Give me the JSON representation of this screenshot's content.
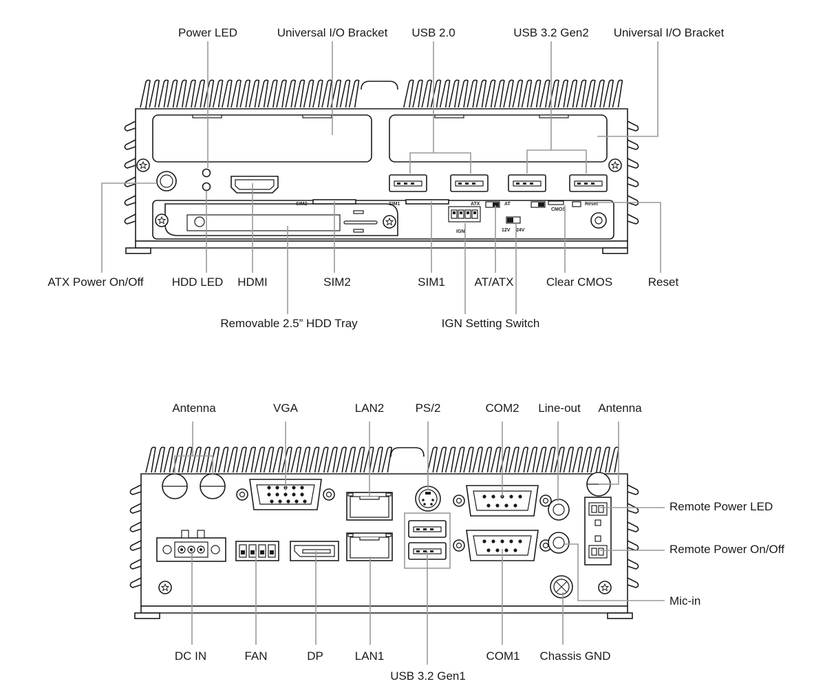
{
  "front_panel": {
    "callouts": [
      {
        "key": "power_led",
        "text": "Power LED"
      },
      {
        "key": "io_bracket_left",
        "text": "Universal I/O Bracket"
      },
      {
        "key": "usb20",
        "text": "USB 2.0"
      },
      {
        "key": "usb32g2",
        "text": "USB 3.2 Gen2"
      },
      {
        "key": "io_bracket_right",
        "text": "Universal I/O Bracket"
      },
      {
        "key": "atx_power",
        "text": "ATX Power On/Off"
      },
      {
        "key": "hdd_led",
        "text": "HDD LED"
      },
      {
        "key": "hdmi",
        "text": "HDMI"
      },
      {
        "key": "sim2",
        "text": "SIM2"
      },
      {
        "key": "sim1",
        "text": "SIM1"
      },
      {
        "key": "at_atx",
        "text": "AT/ATX"
      },
      {
        "key": "clear_cmos",
        "text": "Clear CMOS"
      },
      {
        "key": "reset",
        "text": "Reset"
      },
      {
        "key": "hdd_tray",
        "text": "Removable 2.5” HDD Tray"
      },
      {
        "key": "ign_switch",
        "text": "IGN Setting Switch"
      }
    ],
    "silkscreen": {
      "sim2": "SIM2",
      "sim1": "SIM1",
      "atx": "ATX",
      "at": "AT",
      "cmos": "CMOS",
      "reset": "Reset",
      "ign": "IGN",
      "v12": "12V",
      "v24": "24V"
    }
  },
  "rear_panel": {
    "callouts": [
      {
        "key": "antenna_left",
        "text": "Antenna"
      },
      {
        "key": "vga",
        "text": "VGA"
      },
      {
        "key": "lan2",
        "text": "LAN2"
      },
      {
        "key": "ps2",
        "text": "PS/2"
      },
      {
        "key": "com2",
        "text": "COM2"
      },
      {
        "key": "line_out",
        "text": "Line-out"
      },
      {
        "key": "antenna_right",
        "text": "Antenna"
      },
      {
        "key": "remote_power_led",
        "text": "Remote Power LED"
      },
      {
        "key": "remote_power_onoff",
        "text": "Remote Power On/Off"
      },
      {
        "key": "mic_in",
        "text": "Mic-in"
      },
      {
        "key": "dc_in",
        "text": "DC IN"
      },
      {
        "key": "fan",
        "text": "FAN"
      },
      {
        "key": "dp",
        "text": "DP"
      },
      {
        "key": "lan1",
        "text": "LAN1"
      },
      {
        "key": "com1",
        "text": "COM1"
      },
      {
        "key": "chassis_gnd",
        "text": "Chassis GND"
      },
      {
        "key": "usb32g1",
        "text": "USB 3.2 Gen1"
      }
    ]
  }
}
